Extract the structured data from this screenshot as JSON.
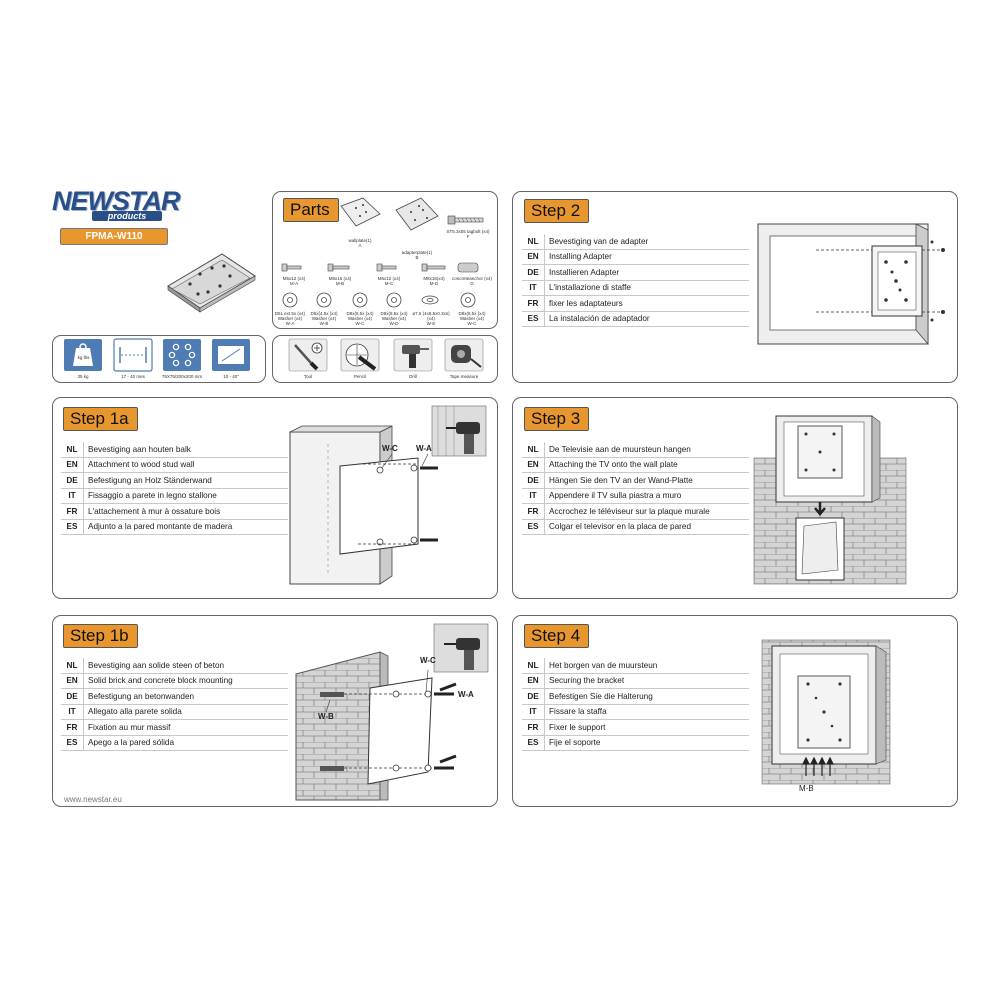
{
  "brand": {
    "logo_text": "NEWSTAR",
    "logo_sub": "products",
    "model": "FPMA-W110"
  },
  "specs": [
    {
      "icon": "weight-icon",
      "label": "35 kg",
      "icon_text": "kg lbs"
    },
    {
      "icon": "screen-size-icon",
      "label": "17 - 40 mes"
    },
    {
      "icon": "vesa-pattern-icon",
      "label": "75X75/200x200 mm"
    },
    {
      "icon": "tv-screen-icon",
      "label": "10 - 40\""
    }
  ],
  "parts": {
    "title": "Parts",
    "items": [
      {
        "label": "wallplate(1)",
        "sub": "A"
      },
      {
        "label": "adapterplate(1)",
        "sub": "B"
      },
      {
        "label": "ST5.3x55 tagbolt (x4)",
        "sub": "F"
      },
      {
        "label": "M5x12 (x4)",
        "sub": "M-A"
      },
      {
        "label": "M5x16 (x4)",
        "sub": "M-B"
      },
      {
        "label": "M6x12 (x4)",
        "sub": "M-C"
      },
      {
        "label": "M8x16(x4)",
        "sub": "M-D"
      },
      {
        "label": "concreteanchor (x4)",
        "sub": "G"
      },
      {
        "label": "D5L ext 5x (x4) Washer (x4)",
        "sub": "W-A"
      },
      {
        "label": "D5x(4.5x (x4) Washer (x4)",
        "sub": "W-B"
      },
      {
        "label": "D8x(8.5x (x4) Washer (x4)",
        "sub": "W-C"
      },
      {
        "label": "D8x(8.5x (x4) Washer (x4)",
        "sub": "W-D"
      },
      {
        "label": "ø7.5 (4x8.5x0.3xs) (x4)",
        "sub": "W-E"
      },
      {
        "label": "D8x(8.5x (x4) Washer (x4)",
        "sub": "W-C"
      }
    ]
  },
  "tools": [
    {
      "icon": "screwdriver-icon",
      "label": "Tool"
    },
    {
      "icon": "pencil-icon",
      "label": "Pencil"
    },
    {
      "icon": "drill-icon",
      "label": "Drill"
    },
    {
      "icon": "tape-measure-icon",
      "label": "Tape measure"
    }
  ],
  "steps": {
    "step2": {
      "title": "Step 2",
      "rows": [
        {
          "code": "NL",
          "text": "Bevestiging van de adapter"
        },
        {
          "code": "EN",
          "text": "Installing Adapter"
        },
        {
          "code": "DE",
          "text": "Installieren Adapter"
        },
        {
          "code": "IT",
          "text": "L'installazione di staffe"
        },
        {
          "code": "FR",
          "text": "fixer les adaptateurs"
        },
        {
          "code": "ES",
          "text": "La instalación de adaptador"
        }
      ]
    },
    "step1a": {
      "title": "Step 1a",
      "labels": [
        "W-C",
        "W-A"
      ],
      "rows": [
        {
          "code": "NL",
          "text": "Bevestiging aan houten balk"
        },
        {
          "code": "EN",
          "text": "Attachment to wood stud wall"
        },
        {
          "code": "DE",
          "text": "Befestigung an Holz Ständerwand"
        },
        {
          "code": "IT",
          "text": "Fissaggio a parete in legno stallone"
        },
        {
          "code": "FR",
          "text": "L'attachement à mur à ossature bois"
        },
        {
          "code": "ES",
          "text": "Adjunto a la pared montante de madera"
        }
      ]
    },
    "step3": {
      "title": "Step 3",
      "rows": [
        {
          "code": "NL",
          "text": "De Televisie aan de muursteun hangen"
        },
        {
          "code": "EN",
          "text": "Attaching the TV onto the wall plate"
        },
        {
          "code": "DE",
          "text": "Hängen Sie den TV an der Wand-Platte"
        },
        {
          "code": "IT",
          "text": "Appendere il TV sulla piastra a muro"
        },
        {
          "code": "FR",
          "text": "Accrochez le téléviseur sur la plaque murale"
        },
        {
          "code": "ES",
          "text": "Colgar el televisor en la placa de pared"
        }
      ]
    },
    "step1b": {
      "title": "Step 1b",
      "labels": [
        "W-C",
        "W-A",
        "W-B"
      ],
      "rows": [
        {
          "code": "NL",
          "text": "Bevestiging aan solide steen of beton"
        },
        {
          "code": "EN",
          "text": "Solid brick and concrete block mounting"
        },
        {
          "code": "DE",
          "text": "Befestigung an betonwanden"
        },
        {
          "code": "IT",
          "text": "Allegato alla parete solida"
        },
        {
          "code": "FR",
          "text": "Fixation au mur massif"
        },
        {
          "code": "ES",
          "text": "Apego a la pared sólida"
        }
      ]
    },
    "step4": {
      "title": "Step 4",
      "labels": [
        "M-B"
      ],
      "rows": [
        {
          "code": "NL",
          "text": "Het borgen van de muursteun"
        },
        {
          "code": "EN",
          "text": "Securing the bracket"
        },
        {
          "code": "DE",
          "text": "Befestigen Sie die Halterung"
        },
        {
          "code": "IT",
          "text": "Fissare la staffa"
        },
        {
          "code": "FR",
          "text": "Fixer le support"
        },
        {
          "code": "ES",
          "text": "Fije el soporte"
        }
      ]
    }
  },
  "footer": {
    "url": "www.newstar.eu"
  },
  "colors": {
    "tag": "#e8972e",
    "brand_blue": "#2a4f86",
    "spec_blue": "#4f7cb5"
  }
}
